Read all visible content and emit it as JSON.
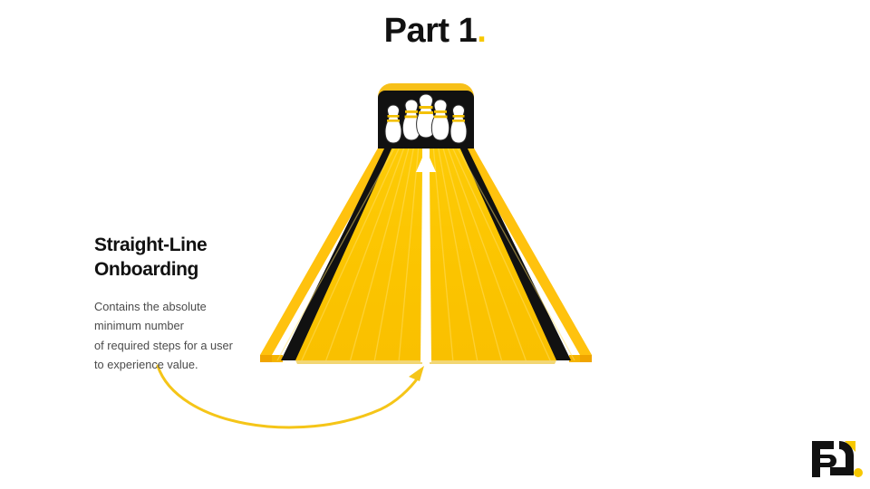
{
  "slide": {
    "title_text": "Part 1",
    "title_dot": ".",
    "background_color": "#ffffff"
  },
  "callout": {
    "heading": "Straight-Line\nOnboarding",
    "body": "Contains the absolute\nminimum number\nof required steps for a user\nto experience value.",
    "heading_color": "#111111",
    "body_color": "#4b4b4b"
  },
  "graphic": {
    "name": "bowling-lane-illustration",
    "description": "Bowling lane in perspective with five pins at the far end, a white centre arrow pointing up the lane, black gutters and yellow side rails",
    "pin_count": 5,
    "colors": {
      "lane_yellow": "#FBC400",
      "lane_yellow_light": "#FFD21E",
      "rail_yellow": "#FFC20E",
      "rail_edge_orange": "#F0A500",
      "gutter_black": "#111111",
      "deck_frame_yellow": "#F7C019",
      "pin_white": "#FFFFFF",
      "pin_stripe": "#F3C000",
      "arrow_white": "#FFFFFF",
      "curve_arrow_yellow": "#F5C518"
    }
  },
  "curve_arrow": {
    "name": "pointer-arrow",
    "description": "Curved yellow arrow sweeping from the text block to the foot of the lane"
  },
  "logo": {
    "name": "pl-monogram",
    "letters": "PL",
    "mark_color": "#111111",
    "accent_color": "#F7C800"
  }
}
